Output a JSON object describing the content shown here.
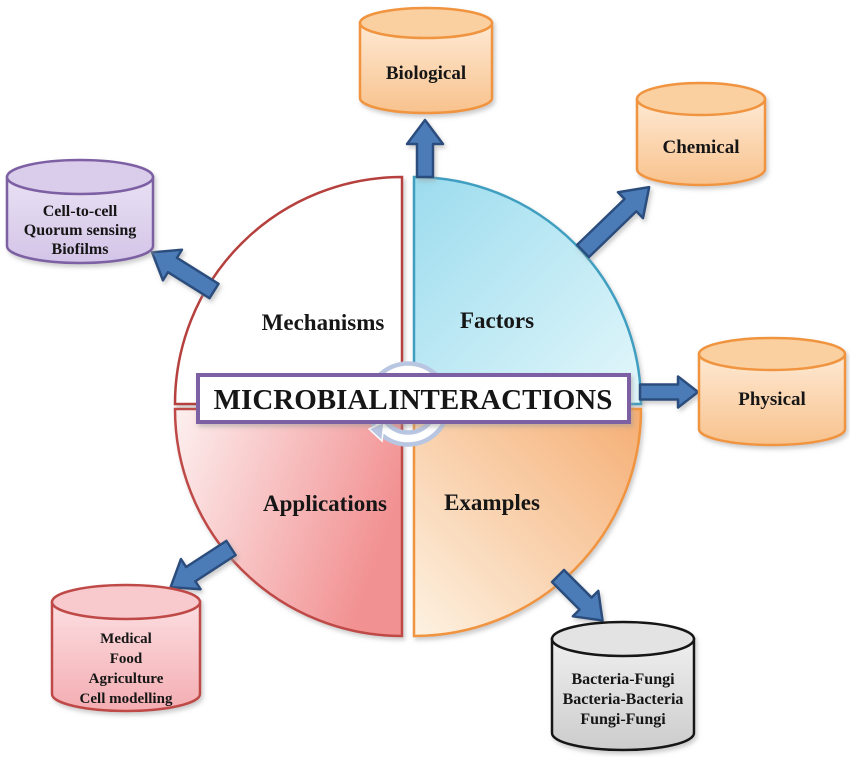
{
  "diagram": {
    "center_title": "MICROBIAL INTERACTIONS",
    "quadrants": [
      {
        "name": "mechanisms",
        "label": "Mechanisms"
      },
      {
        "name": "factors",
        "label": "Factors"
      },
      {
        "name": "applications",
        "label": "Applications"
      },
      {
        "name": "examples",
        "label": "Examples"
      }
    ],
    "nodes": [
      {
        "name": "biological",
        "theme": "orange",
        "lines": [
          "Biological"
        ]
      },
      {
        "name": "chemical",
        "theme": "orange",
        "lines": [
          "Chemical"
        ]
      },
      {
        "name": "physical",
        "theme": "orange",
        "lines": [
          "Physical"
        ]
      },
      {
        "name": "example-pairs",
        "theme": "gray",
        "lines": [
          "Bacteria-Fungi",
          "Bacteria-Bacteria",
          "Fungi-Fungi"
        ]
      },
      {
        "name": "application-areas",
        "theme": "pink",
        "lines": [
          "Medical",
          "Food",
          "Agriculture",
          "Cell modelling"
        ]
      },
      {
        "name": "mechanism-types",
        "theme": "purple",
        "lines": [
          "Cell-to-cell",
          "Quorum sensing",
          "Biofilms"
        ]
      }
    ],
    "colors": {
      "mechanisms_border": "#b5403d",
      "factors_border": "#3f9fc0",
      "factors_fill": "#a5e0f1",
      "applications_border": "#bf4a47",
      "applications_fill": "#f29596",
      "examples_border": "#f0943f",
      "examples_fill": "#f5b077",
      "banner_border": "#7d61a3",
      "arrow_fill": "#4b7cb8",
      "arrow_stroke": "#2c4e7e",
      "cycle_ring": "#b9c6e2",
      "cylinder_orange_fill": "#fbd3a6",
      "cylinder_orange_border": "#f0943f",
      "cylinder_purple_fill": "#dccfeb",
      "cylinder_purple_border": "#7d61a3",
      "cylinder_pink_fill": "#f8ccd0",
      "cylinder_pink_border": "#bf4a47",
      "cylinder_gray_fill": "#dcdcdc",
      "cylinder_gray_border": "#141414"
    }
  }
}
